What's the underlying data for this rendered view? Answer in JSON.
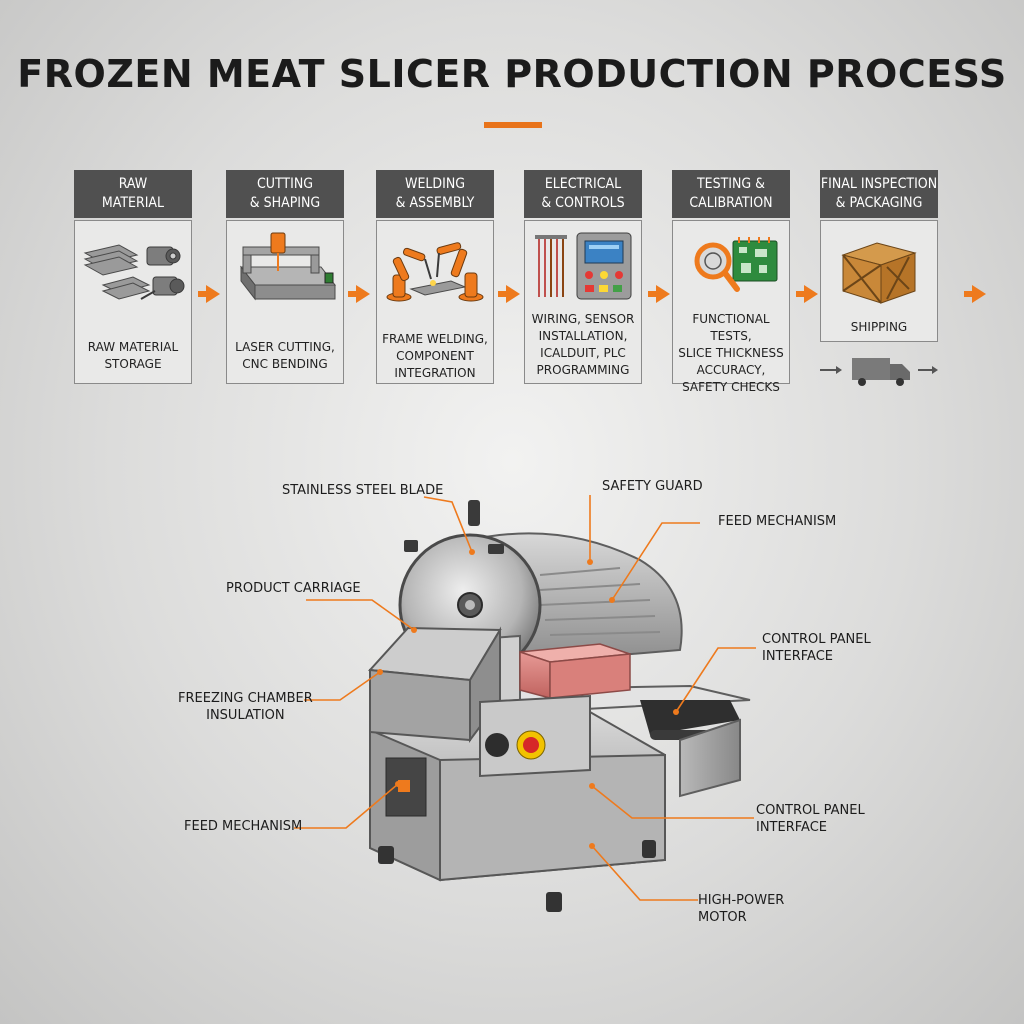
{
  "title": "FROZEN MEAT SLICER PRODUCTION PROCESS",
  "colors": {
    "accent": "#ee7a1d",
    "header_bg": "#505050",
    "steel": "#a9a9a9"
  },
  "steps": [
    {
      "title": "RAW\nMATERIAL",
      "caption": "RAW MATERIAL\nSTORAGE",
      "icon": "steel-sheets-and-motors-icon"
    },
    {
      "title": "CUTTING\n& SHAPING",
      "caption": "LASER CUTTING,\nCNC BENDING",
      "icon": "cnc-laser-cutter-icon"
    },
    {
      "title": "WELDING\n& ASSEMBLY",
      "caption": "FRAME WELDING,\nCOMPONENT\nINTEGRATION",
      "icon": "welding-robot-arms-icon"
    },
    {
      "title": "ELECTRICAL\n& CONTROLS",
      "caption": "WIRING, SENSOR\nINSTALLATION,\nICALDUIT, PLC\nPROGRAMMING",
      "icon": "control-panel-wiring-icon"
    },
    {
      "title": "TESTING &\nCALIBRATION",
      "caption": "FUNCTIONAL TESTS,\nSLICE THICKNESS\nACCURACY,\nSAFETY CHECKS",
      "icon": "magnifier-circuit-board-icon"
    },
    {
      "title": "FINAL INSPECTION\n& PACKAGING",
      "caption": "SHIPPING",
      "icon": "wooden-crate-icon"
    }
  ],
  "shipping_icon": "delivery-truck-icon",
  "callouts": {
    "stainless_steel_blade": "STAINLESS STEEL BLADE",
    "safety_guard": "SAFETY GUARD",
    "feed_mechanism_top": "FEED MECHANISM",
    "product_carriage": "PRODUCT CARRIAGE",
    "control_panel_interface_top": "CONTROL PANEL\nINTERFACE",
    "freezing_chamber_insulation": "FREEZING CHAMBER\nINSULATION",
    "control_panel_interface_bottom": "CONTROL PANEL\nINTERFACE",
    "feed_mechanism_bottom": "FEED MECHANISM",
    "high_power_motor": "HIGH-POWER\nMOTOR"
  }
}
